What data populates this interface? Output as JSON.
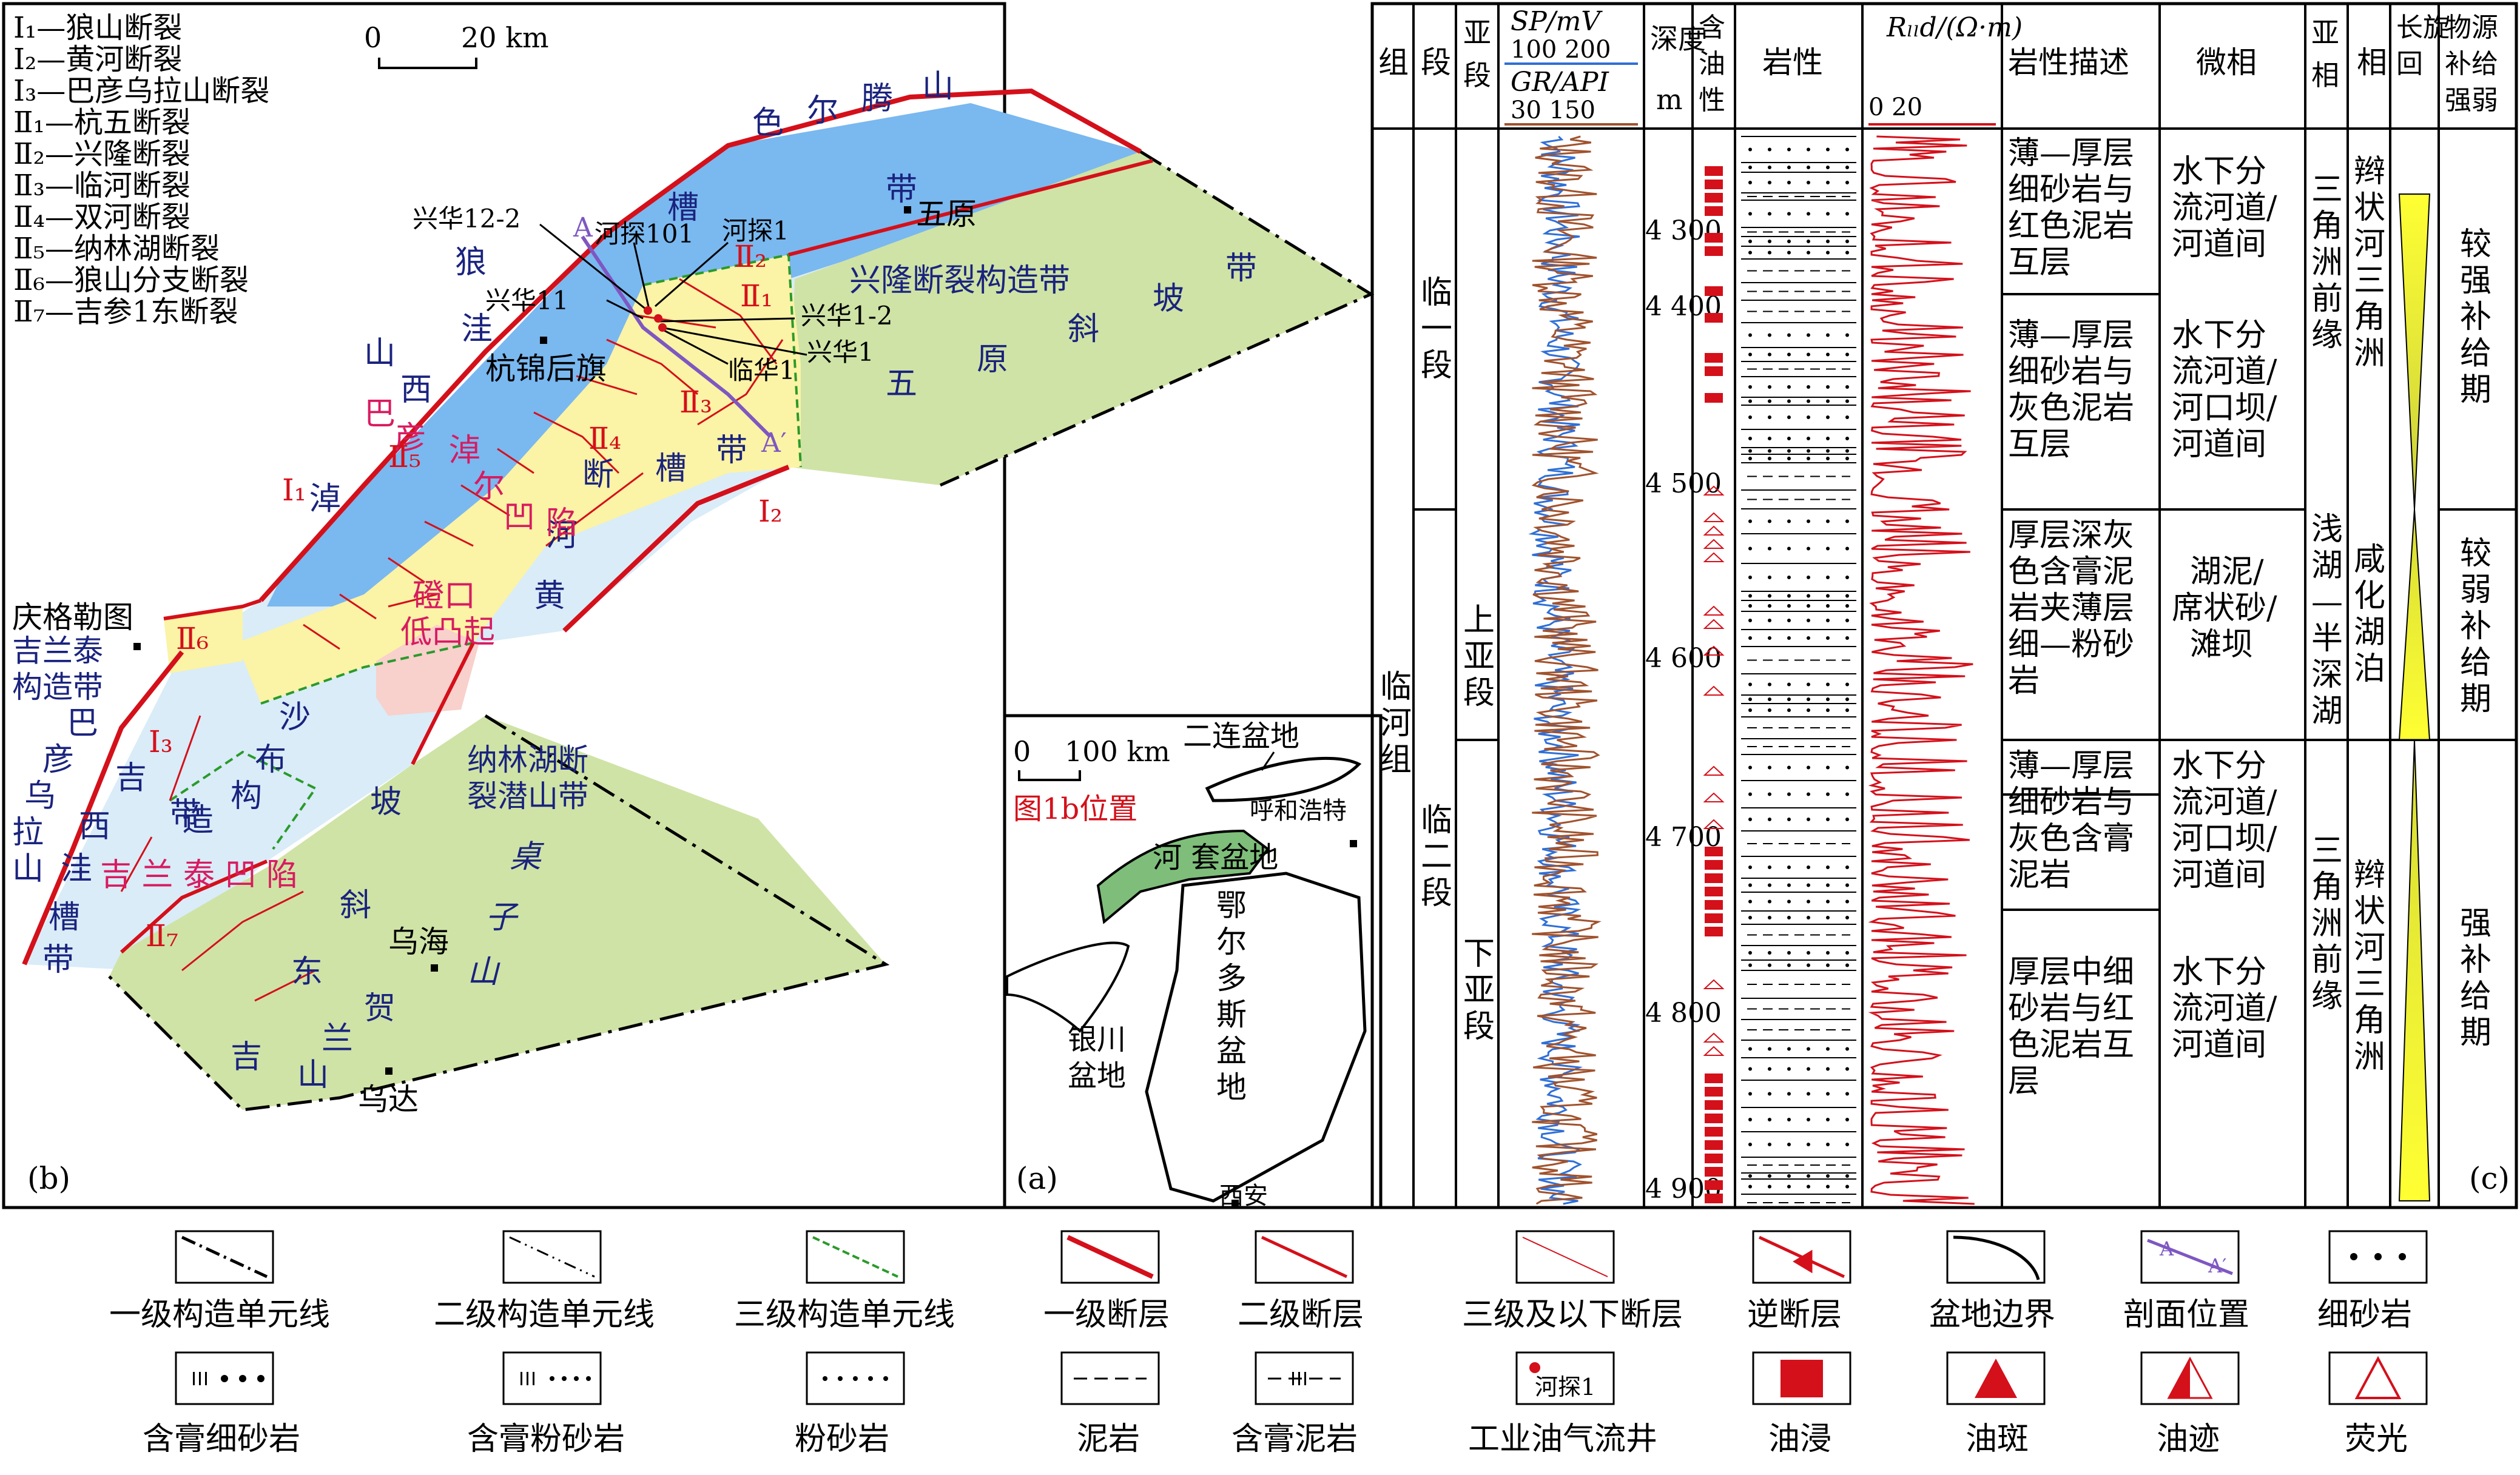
{
  "panel_b": {
    "label": "(b)",
    "fault_legend": [
      "Ⅰ₁—狼山断裂",
      "Ⅰ₂—黄河断裂",
      "Ⅰ₃—巴彦乌拉山断裂",
      "Ⅱ₁—杭五断裂",
      "Ⅱ₂—兴隆断裂",
      "Ⅱ₃—临河断裂",
      "Ⅱ₄—双河断裂",
      "Ⅱ₅—纳林湖断裂",
      "Ⅱ₆—狼山分支断裂",
      "Ⅱ₇—吉参1东断裂"
    ],
    "scale": {
      "zero": "0",
      "value": "20 km"
    },
    "regions": {
      "north_belt": "色 尔 腾 山",
      "trough_belt": "槽 带",
      "wuyuan_slope": "五 原 斜 坡 带",
      "xinglong": "兴隆断裂构造带",
      "langshan": "狼 山",
      "west_sag": "西 巴 彦 淖 尔 凹 陷",
      "trough_belt_west": "洼 淖",
      "shuanghe": "断 槽 带",
      "huanghe": "河 黄",
      "dengkou": "磴口 低凸起",
      "nalinhu": "纳林湖断 裂潜山带",
      "jilantai_belt": "吉兰泰 构造带",
      "jilantai_sag": "吉 兰 泰 凹 陷",
      "bayan_wula": "巴 彦 乌 拉 山",
      "west_trough": "吉 西 洼 槽 带",
      "shabu": "沙 布 构 造 带",
      "zhuozi": "桌 子 山",
      "east_slope": "东 斜 坡",
      "helan": "贺 兰 山"
    },
    "places": {
      "wuyuan": "五原",
      "hangjinhouqi": "杭锦后旗",
      "qinggeletu": "庆格勒图",
      "wuhai": "乌海",
      "wuda": "乌达"
    },
    "wells": {
      "xinghua12_2": "兴华12-2",
      "hetan101": "河探101",
      "hetan1": "河探1",
      "xinghua11": "兴华11",
      "xinghua1_2": "兴华1-2",
      "xinghua1": "兴华1",
      "linhua1": "临华1"
    },
    "section_marks": {
      "a_start": "A",
      "a_end": "A′"
    },
    "fault_labels": {
      "I1": "Ⅰ₁",
      "I2": "Ⅰ₂",
      "I3": "Ⅰ₃",
      "II1": "Ⅱ₁",
      "II2": "Ⅱ₂",
      "II3": "Ⅱ₃",
      "II4": "Ⅱ₄",
      "II5": "Ⅱ₅",
      "II6": "Ⅱ₆",
      "II7": "Ⅱ₇"
    }
  },
  "panel_a": {
    "label": "(a)",
    "scale": {
      "zero": "0",
      "value": "100 km"
    },
    "location_label": "图1b位置",
    "erlian": "二连盆地",
    "huhehaote": "呼和浩特",
    "hetao": "河 套盆地",
    "yinchuan": "银川 盆地",
    "ordos": "鄂 尔 多 斯 盆 地",
    "xian": "西安"
  },
  "panel_c": {
    "label": "(c)",
    "headers": {
      "zu": "组",
      "duan": "段",
      "ya_duan": "亚段",
      "sp": "SP/mV",
      "sp_range": "100 200",
      "gr": "GR/API",
      "gr_range": "30 150",
      "depth": "深度/m",
      "oil": "含油性",
      "litho": "岩性",
      "rlld": "Rₗₗd/(Ω·m)",
      "rlld_range": "0 20",
      "desc": "岩性描述",
      "micro": "微相",
      "sub_facies": "亚相",
      "facies": "相",
      "cycle": "长旋回",
      "supply": "物源补给强弱"
    },
    "formation": "临河组",
    "members": [
      "临一段",
      "临二段"
    ],
    "submembers": [
      "上亚段",
      "下亚段"
    ],
    "depth_ticks": [
      "4 300",
      "4 400",
      "4 500",
      "4 600",
      "4 700",
      "4 800",
      "4 900"
    ],
    "descriptions": [
      "薄—厚层 细砂岩与 红色泥岩 互层",
      "薄—厚层 细砂岩与 灰色泥岩 互层",
      "厚层深灰 色含膏泥 岩夹薄层 细—粉砂 岩",
      "薄—厚层 细砂岩与 灰色含膏 泥岩",
      "厚层中细 砂岩与红 色泥岩互 层"
    ],
    "micro_facies": [
      "水下分 流河道/ 河道间",
      "水下分 流河道/ 河口坝/ 河道间",
      "湖泥/ 席状砂/ 滩坝",
      "水下分 流河道/ 河口坝/ 河道间",
      "水下分 流河道/ 河道间"
    ],
    "sub_facies": [
      "三角洲前缘",
      "浅湖—半深湖",
      "三角洲前缘"
    ],
    "facies": [
      "辫状河三角洲",
      "咸化湖泊",
      "辫状河三角洲"
    ],
    "supply": [
      "较强补给期",
      "较弱补给期",
      "强补给期"
    ]
  },
  "legend": [
    {
      "label": "一级构造单元线",
      "icon": "dash-dot-thick"
    },
    {
      "label": "二级构造单元线",
      "icon": "dash-dot-thin"
    },
    {
      "label": "三级构造单元线",
      "icon": "green-dashed"
    },
    {
      "label": "一级断层",
      "icon": "red-thick"
    },
    {
      "label": "二级断层",
      "icon": "red-medium"
    },
    {
      "label": "三级及以下断层",
      "icon": "red-thin"
    },
    {
      "label": "逆断层",
      "icon": "reverse-fault"
    },
    {
      "label": "盆地边界",
      "icon": "basin-boundary"
    },
    {
      "label": "剖面位置",
      "icon": "section-line"
    },
    {
      "label": "细砂岩",
      "icon": "fine-sandstone"
    },
    {
      "label": "含膏细砂岩",
      "icon": "gypsum-fine-sandstone"
    },
    {
      "label": "含膏粉砂岩",
      "icon": "gypsum-siltstone"
    },
    {
      "label": "粉砂岩",
      "icon": "siltstone"
    },
    {
      "label": "泥岩",
      "icon": "mudstone"
    },
    {
      "label": "含膏泥岩",
      "icon": "gypsum-mudstone"
    },
    {
      "label": "工业油气流井",
      "icon": "well",
      "sub": "河探1"
    },
    {
      "label": "油浸",
      "icon": "oil-immersed"
    },
    {
      "label": "油斑",
      "icon": "oil-spot"
    },
    {
      "label": "油迹",
      "icon": "oil-trace"
    },
    {
      "label": "荧光",
      "icon": "fluorescence"
    }
  ],
  "colors": {
    "trough_blue": "#7ab8f0",
    "slope_green": "#cfe3a6",
    "sag_yellow": "#fbf3a6",
    "light_blue": "#d9ecf8",
    "pink": "#f8d0cc",
    "fault_red": "#d4101a",
    "hetao_green": "#7ebe7a",
    "sp_blue": "#2f6fd6",
    "gr_brown": "#a0522d"
  }
}
